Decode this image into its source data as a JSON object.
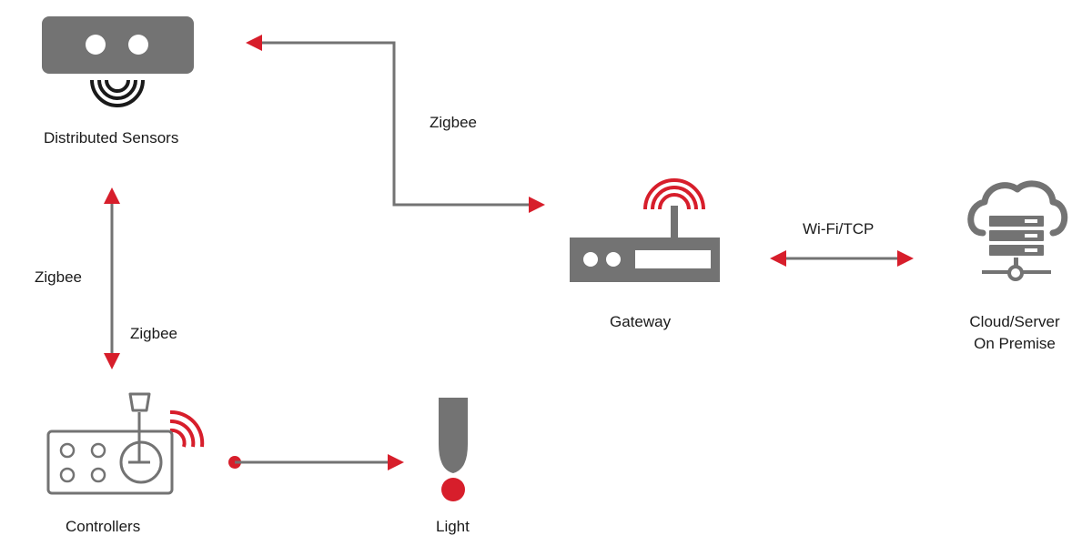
{
  "nodes": {
    "sensors": {
      "label": "Distributed Sensors",
      "icon": "sensor-icon"
    },
    "gateway": {
      "label": "Gateway",
      "icon": "router-icon"
    },
    "cloud": {
      "label_line1": "Cloud/Server",
      "label_line2": "On Premise",
      "icon": "cloud-server-icon"
    },
    "controllers": {
      "label": "Controllers",
      "icon": "controller-icon"
    },
    "light": {
      "label": "Light",
      "icon": "light-icon"
    }
  },
  "links": {
    "sensors_gateway": {
      "label": "Zigbee"
    },
    "sensors_controllers_left": {
      "label": "Zigbee"
    },
    "sensors_controllers_right": {
      "label": "Zigbee"
    },
    "gateway_cloud": {
      "label": "Wi-Fi/TCP"
    }
  },
  "colors": {
    "gray": "#737373",
    "red": "#d71e2b",
    "text": "#1a1a1a"
  }
}
